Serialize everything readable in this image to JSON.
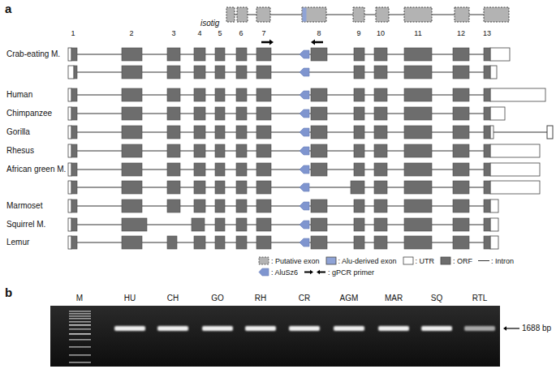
{
  "diagram": {
    "labels": [
      "a",
      "isotig",
      "1",
      "2",
      "3",
      "4",
      "5",
      "6",
      "7",
      "8",
      "9",
      "10",
      "11",
      "12",
      "13",
      "Crab-eating M.",
      "Human",
      "Chimpanzee",
      "Gorilla",
      "Rhesus",
      "African green M.",
      "Marmoset",
      "Squirrel M.",
      "Lemur",
      "b",
      "M",
      "HU",
      "CH",
      "GO",
      "RH",
      "CR",
      "AGM",
      "MAR",
      "SQ",
      "RTL",
      "1688 bp"
    ],
    "legend": [
      {
        "text": ": Putative exon",
        "color": "#b3b3b3"
      },
      {
        "text": ": Alu-derived exon",
        "color": "#8fa3d6"
      },
      {
        "text": ": UTR",
        "color": "#ffffff"
      },
      {
        "text": ": ORF",
        "color": "#6d6d6d"
      },
      {
        "text": ": Intron"
      },
      {
        "text": ": AluSz6"
      },
      {
        "text": ": gPCR primer"
      }
    ]
  }
}
